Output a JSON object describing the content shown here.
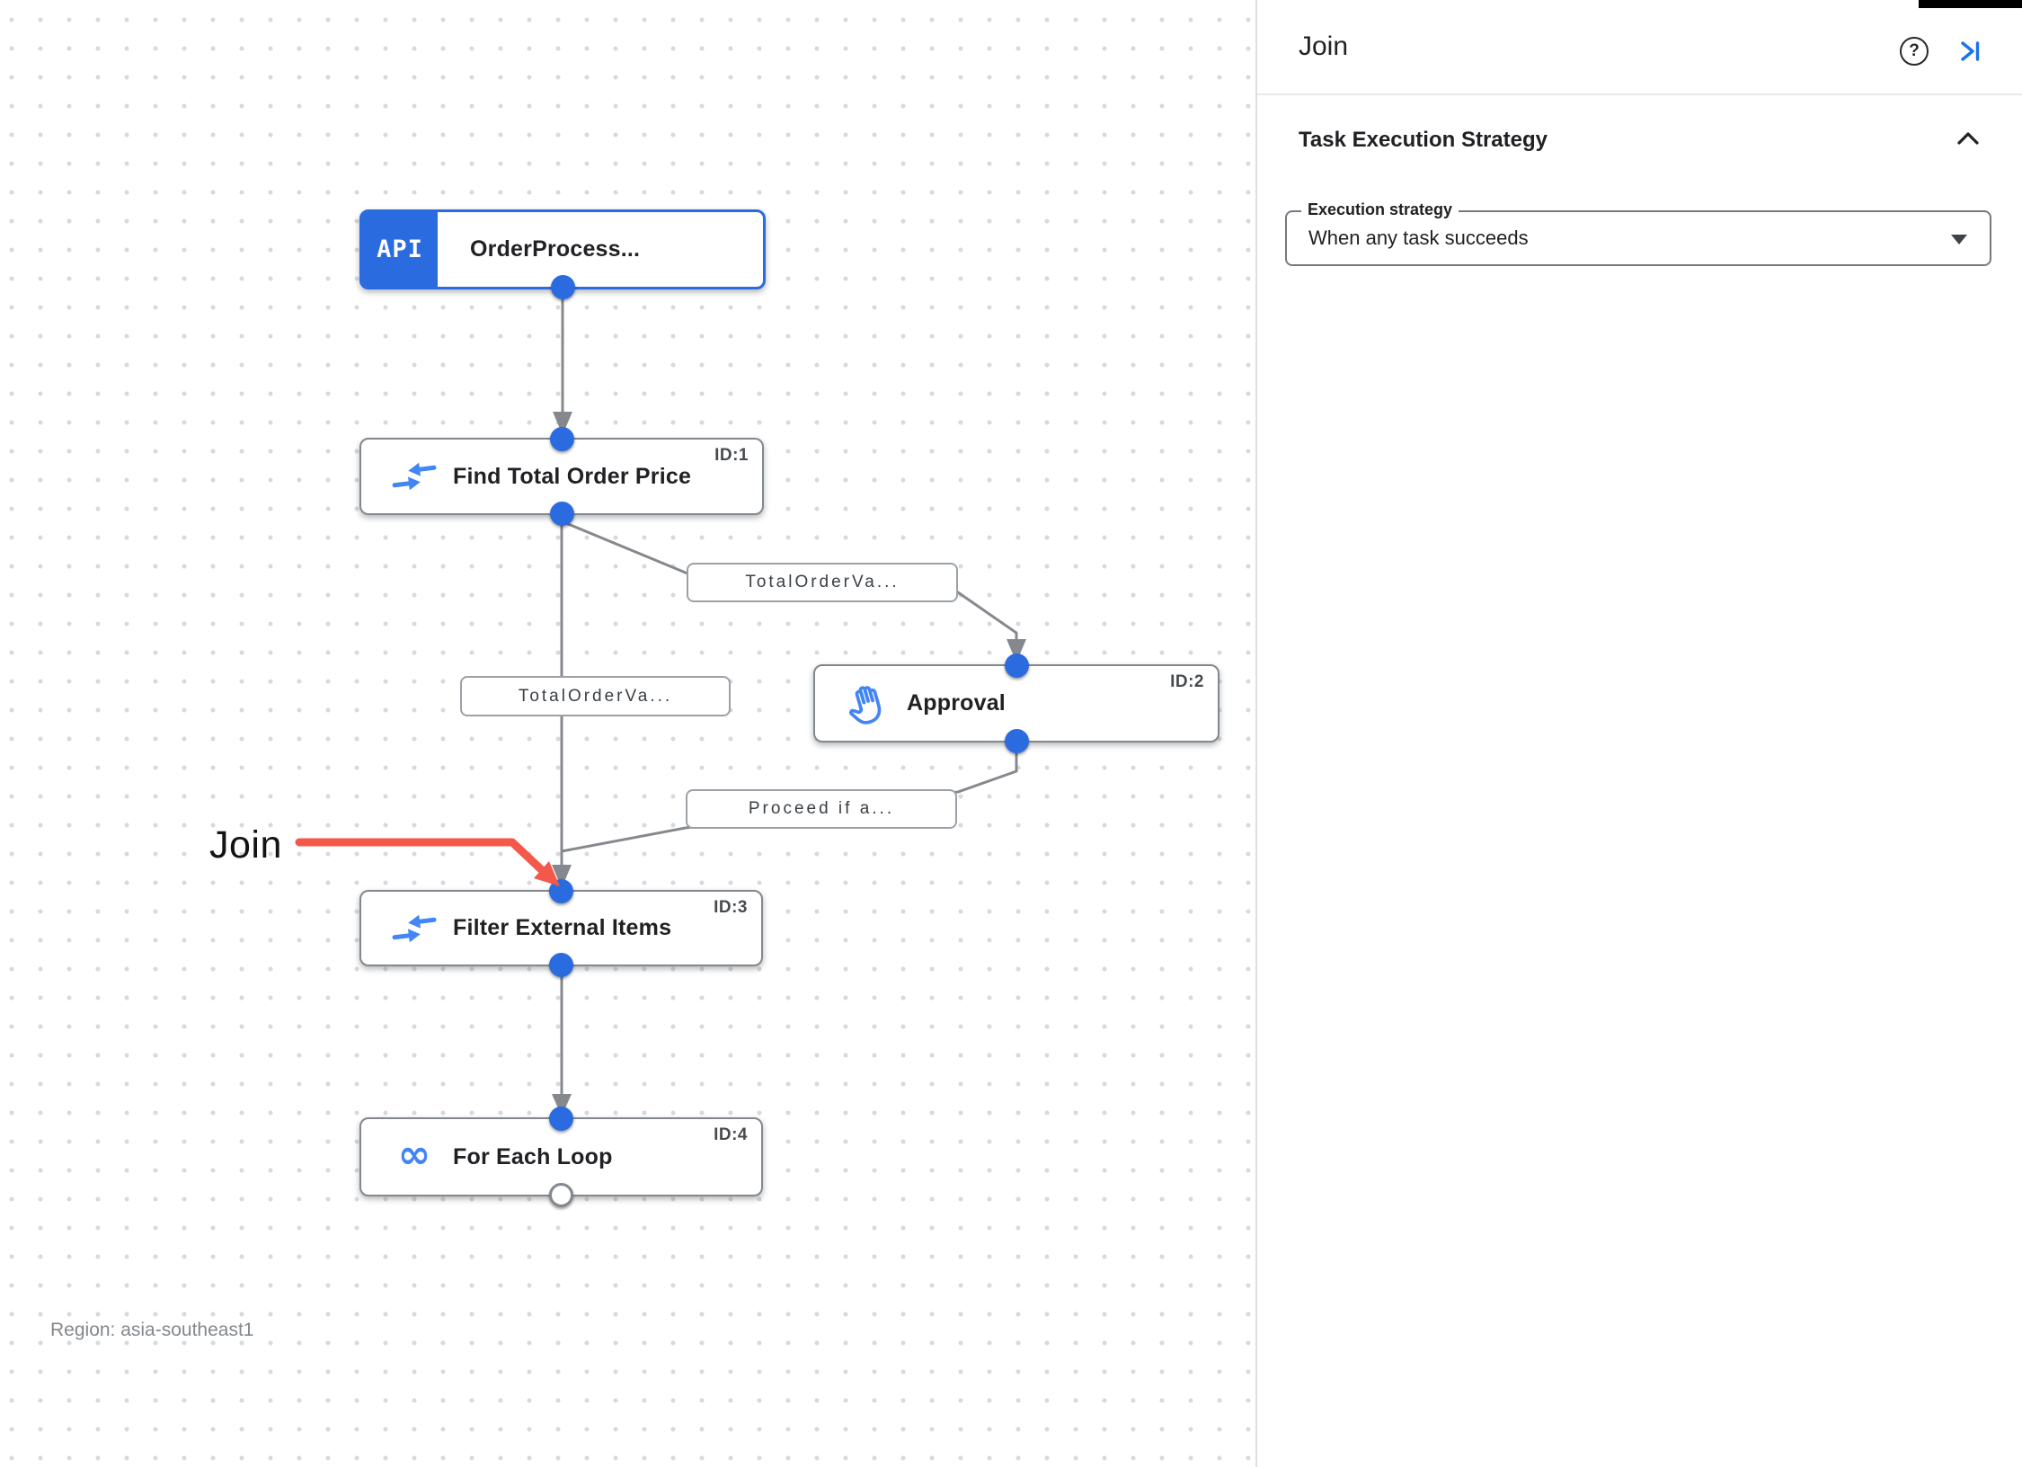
{
  "panel": {
    "title": "Join",
    "help_icon": "?",
    "section_title": "Task Execution Strategy",
    "field_label": "Execution strategy",
    "field_value": "When any task succeeds"
  },
  "canvas": {
    "region": "Region: asia-southeast1",
    "annotation_label": "Join",
    "nodes": [
      {
        "badge": "API",
        "title": "OrderProcess...",
        "id_label": ""
      },
      {
        "title": "Find Total Order Price",
        "id_label": "ID:1",
        "icon": "data-mapping-icon"
      },
      {
        "title": "Approval",
        "id_label": "ID:2",
        "icon": "hand-icon"
      },
      {
        "title": "Filter External Items",
        "id_label": "ID:3",
        "icon": "data-mapping-icon"
      },
      {
        "title": "For Each Loop",
        "id_label": "ID:4",
        "icon": "loop-icon"
      }
    ],
    "edge_labels": [
      "TotalOrderVa...",
      "TotalOrderVa...",
      "Proceed if a..."
    ],
    "colors": {
      "accent_blue": "#2b6be0",
      "icon_blue": "#4285f4",
      "edge_gray": "#85898e",
      "annotation_red": "#f4584a"
    }
  }
}
